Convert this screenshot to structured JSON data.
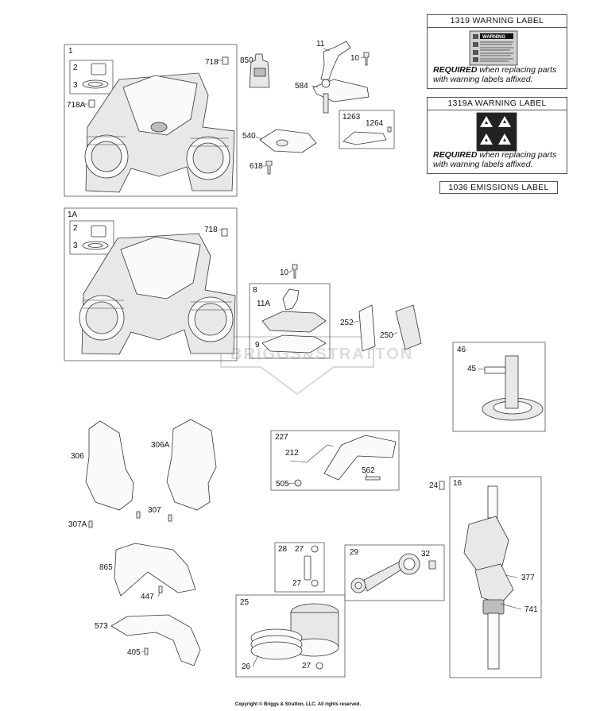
{
  "warning_labels": [
    {
      "title": "1319 WARNING LABEL",
      "required": "REQUIRED",
      "note": "when replacing parts with warning labels affixed."
    },
    {
      "title": "1319A WARNING LABEL",
      "required": "REQUIRED",
      "note": "when replacing parts with warning labels affixed."
    }
  ],
  "sticker": {
    "heading": "WARNING"
  },
  "emissions_label": "1036 EMISSIONS LABEL",
  "watermark": "BRIGGS&STRATTON",
  "copyright": "Copyright © Briggs & Stratton, LLC. All rights reserved.",
  "parts": {
    "p1": "1",
    "p2": "2",
    "p3": "3",
    "p718": "718",
    "p718a": "718A",
    "p1a": "1A",
    "p2b": "2",
    "p3b": "3",
    "p718b": "718",
    "p850": "850",
    "p11": "11",
    "p10": "10",
    "p584": "584",
    "p1263": "1263",
    "p1264": "1264",
    "p540": "540",
    "p618": "618",
    "p10b": "10",
    "p8": "8",
    "p11a": "11A",
    "p9": "9",
    "p252": "252",
    "p250": "250",
    "p46": "46",
    "p45": "45",
    "p306": "306",
    "p306a": "306A",
    "p307": "307",
    "p307a": "307A",
    "p227": "227",
    "p212": "212",
    "p505": "505",
    "p562": "562",
    "p24": "24",
    "p16": "16",
    "p377": "377",
    "p741": "741",
    "p865": "865",
    "p447": "447",
    "p573": "573",
    "p405": "405",
    "p28": "28",
    "p27": "27",
    "p27b": "27",
    "p29": "29",
    "p32": "32",
    "p25": "25",
    "p26": "26",
    "p27c": "27"
  }
}
